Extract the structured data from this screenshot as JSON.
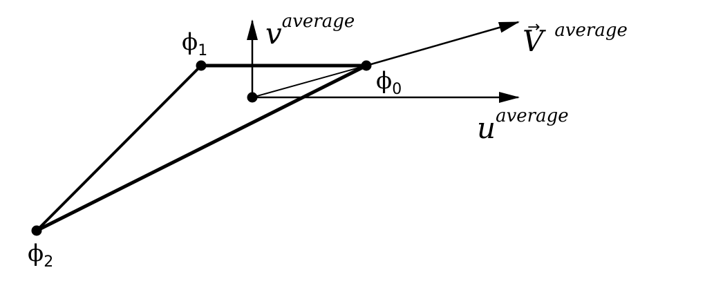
{
  "nodes": {
    "phi0": {
      "symbol": "ϕ",
      "index": "0"
    },
    "phi1": {
      "symbol": "ϕ",
      "index": "1"
    },
    "phi2": {
      "symbol": "ϕ",
      "index": "2"
    }
  },
  "vectors": {
    "v": {
      "symbol": "v",
      "superscript": "average"
    },
    "u": {
      "symbol": "u",
      "superscript": "average"
    },
    "V": {
      "symbol": "V",
      "arrow": "→",
      "superscript": "average"
    }
  },
  "colors": {
    "ink": "#000000",
    "background": "#ffffff"
  }
}
